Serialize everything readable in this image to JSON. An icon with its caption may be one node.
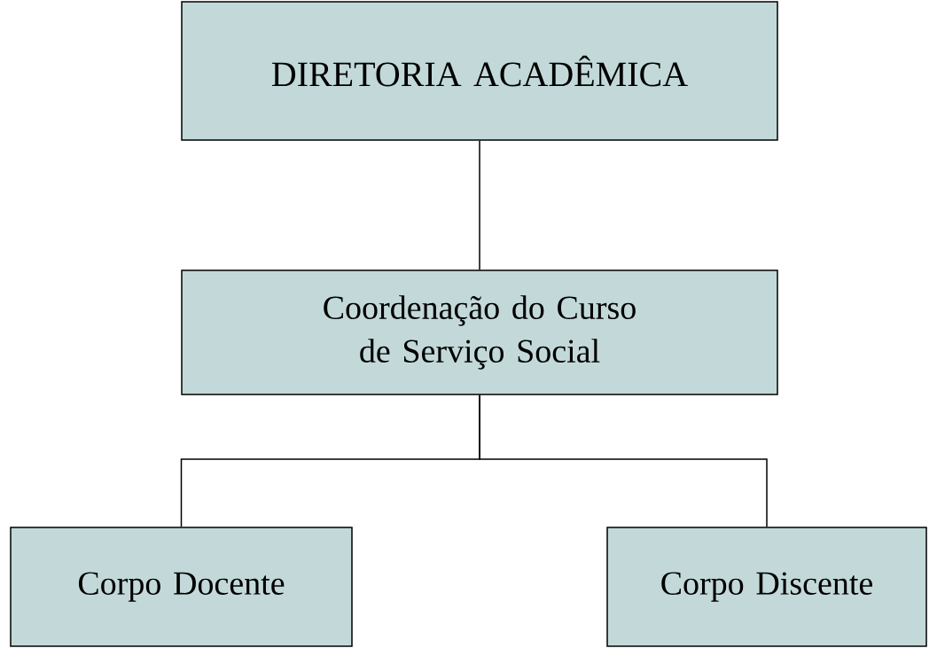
{
  "diagram": {
    "nodes": [
      {
        "text": [
          "DIRETORIA ACADÊMICA"
        ]
      },
      {
        "text": [
          "Coordenação do Curso de Serviço Social"
        ]
      },
      {
        "text": [
          "Corpo Docente"
        ]
      },
      {
        "text": [
          "Corpo Discente"
        ]
      }
    ],
    "edges": [
      {
        "from": 0,
        "to": 1,
        "arrow": "none"
      },
      {
        "from": 1,
        "to": 2,
        "arrow": "none"
      },
      {
        "from": 1,
        "to": 3,
        "arrow": "none"
      }
    ]
  }
}
